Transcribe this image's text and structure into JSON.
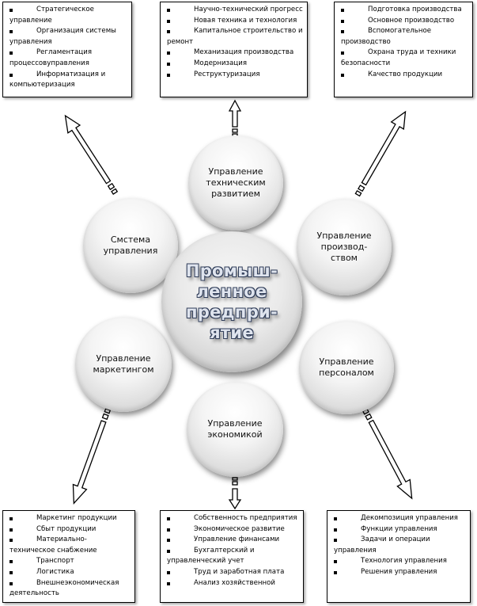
{
  "center": {
    "title_lines": [
      "Промыш-",
      "ленное",
      "предпри-",
      "ятие"
    ]
  },
  "circles": {
    "technical": [
      "Управление",
      "техническим",
      "развитием"
    ],
    "system": [
      "Смстема",
      "управления"
    ],
    "production": [
      "Управление",
      "производ-",
      "ством"
    ],
    "marketing": [
      "Управление",
      "маркетингом"
    ],
    "personnel": [
      "Управление",
      "персоналом"
    ],
    "economy": [
      "Управление",
      "экономикой"
    ]
  },
  "boxes": {
    "top_left": [
      "Стратегическое управление",
      "Организация системы управления",
      "Регламентация процессовуправления",
      "Информатизация и компьютеризация"
    ],
    "top_center": [
      "Научно-технический прогресс",
      "Новая техника и технология",
      "Капитальное строительство и ремонт",
      "Механизация производства",
      "Модернизация",
      "Реструктуризация"
    ],
    "top_right": [
      "Подготовка производства",
      "Основное производство",
      "Вспомогательное производство",
      "Охрана труда и техники безопасности",
      "Качество продукции"
    ],
    "bottom_left": [
      "Маркетинг продукции",
      "Сбыт продукции",
      "Материально-техническое снабжение",
      "Транспорт",
      "Логистика",
      "Внешнеэкономическая деятельность"
    ],
    "bottom_center": [
      "Собственность предприятия",
      "Экономическое развитие",
      "Управление финансами",
      "Бухгалтерский и управленческий учет",
      "Труд и заработная плата",
      "Анализ хозяйственной"
    ],
    "bottom_right": [
      "Декомпозиция управления",
      "Функции управления",
      "Задачи и операции управления",
      "Технология управления",
      "Решения управления"
    ]
  }
}
